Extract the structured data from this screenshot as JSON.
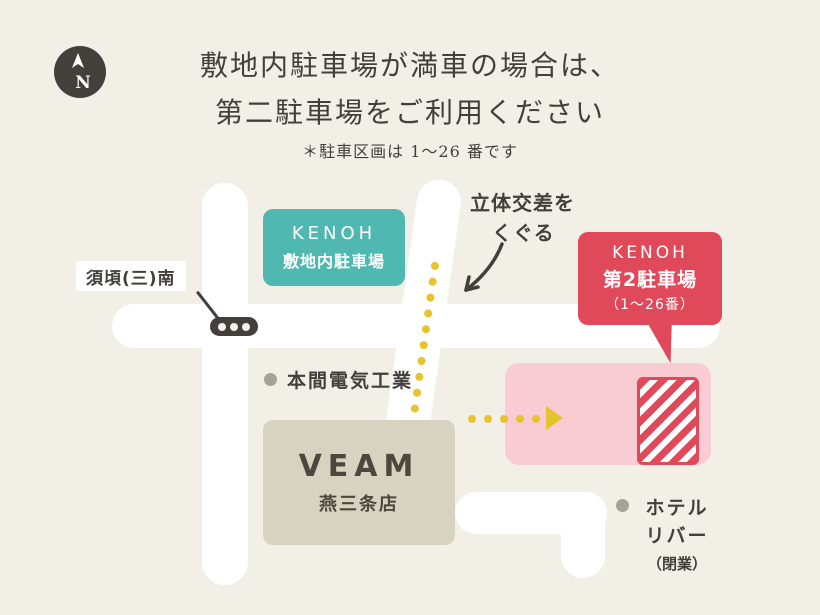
{
  "title": {
    "line1": "敷地内駐車場が満車の場合は、",
    "line2": "第二駐車場をご利用ください",
    "note": "＊駐車区画は 1〜26 番です"
  },
  "compass": {
    "label": "N"
  },
  "map": {
    "onsite_parking": {
      "line1": "KENOH",
      "line2": "敷地内駐車場"
    },
    "second_parking": {
      "line1": "KENOH",
      "line2": "第2駐車場",
      "line3": "（1〜26番）"
    },
    "intersection_label": "須頃(三)南",
    "overpass_note": {
      "line1": "立体交差を",
      "line2": "くぐる"
    },
    "honma_label": "本間電気工業",
    "veam": {
      "line1": "VEAM",
      "line2": "燕三条店"
    },
    "hotel": {
      "line1": "ホテル",
      "line2": "リバー",
      "line3": "（閉業）"
    }
  },
  "colors": {
    "background": "#f2efe6",
    "road": "#ffffff",
    "teal": "#4fb8b0",
    "red": "#e0495a",
    "pink": "#f9ccd4",
    "beige": "#d8d3c0",
    "yellow": "#e5c430",
    "dark": "#433f3a",
    "gray_dot": "#a6a29a"
  }
}
